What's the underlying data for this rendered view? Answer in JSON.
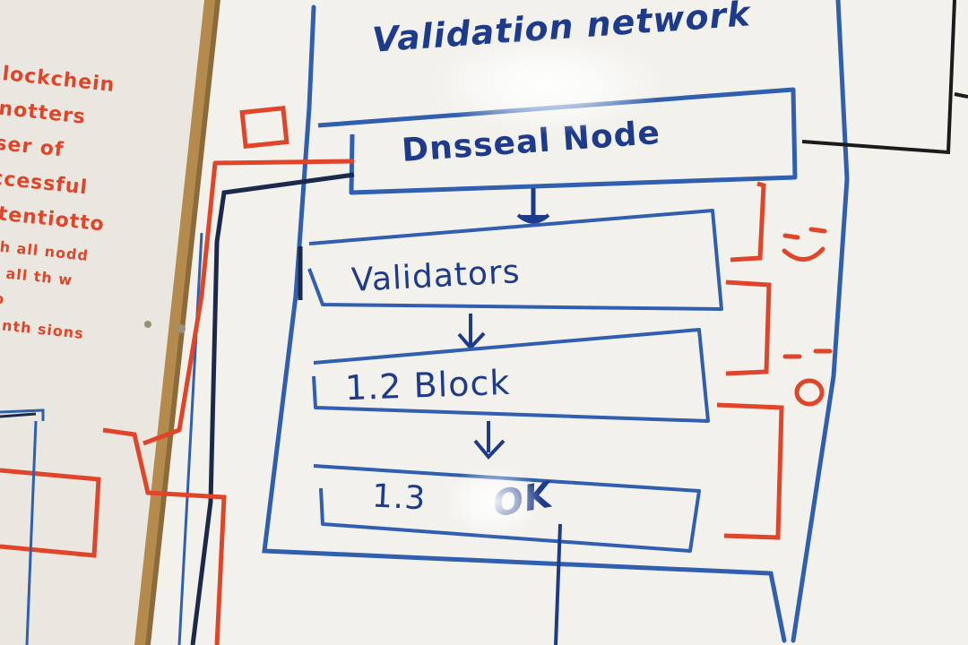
{
  "scene": {
    "title": "Validation network",
    "box_node": "Dnsseal Node",
    "box_validators": "Validators",
    "box_block": "1.2 Block",
    "box_ok_num": "1.3",
    "box_ok_text": "OK"
  },
  "left_panel": {
    "lines": [
      "lockchein",
      "notters",
      "ser of",
      "ccessful",
      "ttentiotto",
      "tth all nodd",
      "to  all th w",
      "lso",
      "s  anth sions"
    ]
  },
  "colors": {
    "board": "#f2f1ec",
    "blue_marker": "#1e3a8a",
    "red_marker": "#e0452a",
    "frame": "#b58a4d"
  }
}
